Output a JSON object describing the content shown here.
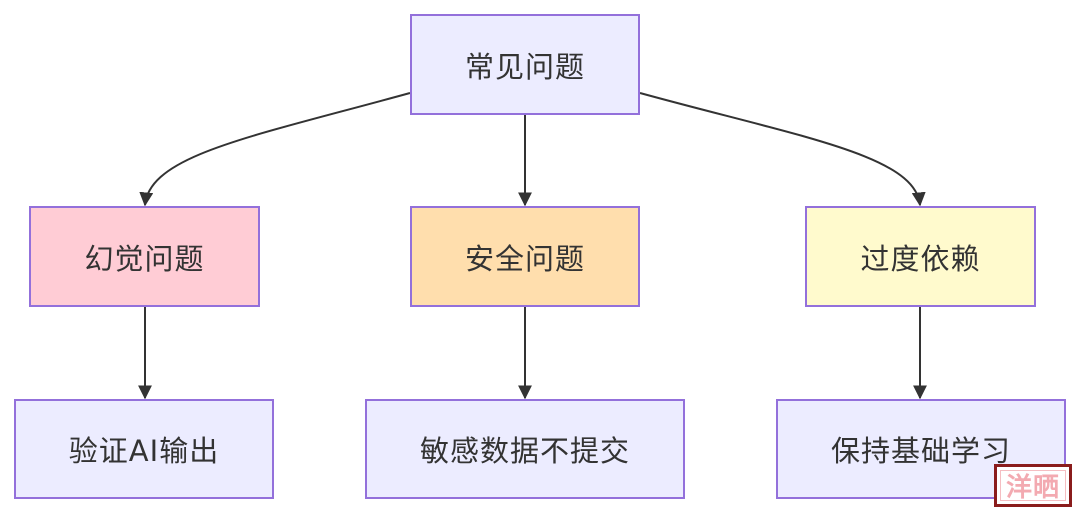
{
  "diagram": {
    "root": {
      "label": "常见问题",
      "fill": "#ECECFF"
    },
    "branches": [
      {
        "key": "hallucination",
        "label": "幻觉问题",
        "fill": "#FFCCD5",
        "child": {
          "label": "验证AI输出",
          "fill": "#ECECFF"
        }
      },
      {
        "key": "security",
        "label": "安全问题",
        "fill": "#FFDEAD",
        "child": {
          "label": "敏感数据不提交",
          "fill": "#ECECFF"
        }
      },
      {
        "key": "overreliance",
        "label": "过度依赖",
        "fill": "#FFFACD",
        "child": {
          "label": "保持基础学习",
          "fill": "#ECECFF"
        }
      }
    ],
    "colors": {
      "border": "#9370DB",
      "edge": "#333333",
      "text": "#333333"
    }
  },
  "watermark": {
    "text": "洋晒"
  }
}
